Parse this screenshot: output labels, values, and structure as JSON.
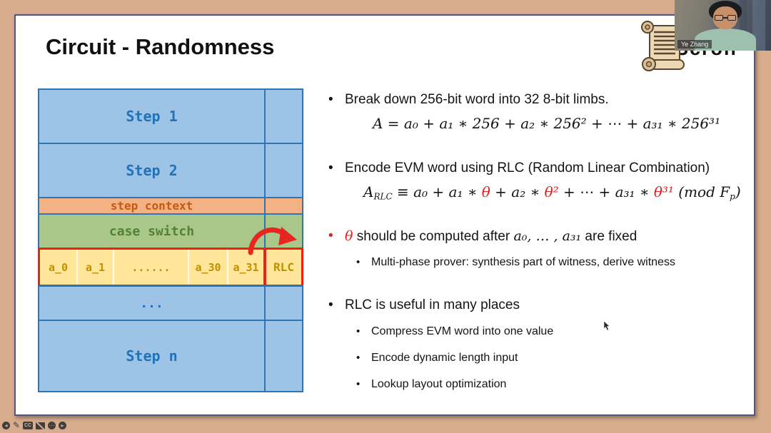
{
  "stage": {
    "bg_color": "#d8ac8c"
  },
  "webcam": {
    "name_tag": "Ye Zhang"
  },
  "player_toolbar": {
    "prev_glyph": "◂",
    "next_glyph": "▸",
    "more_glyph": "⋯",
    "pen_glyph": "✎",
    "cc_label": "CC"
  },
  "slide": {
    "title": "Circuit - Randomness",
    "clipped_logo": "Scroll",
    "colors": {
      "accent_red": "#e02020",
      "blue_fill": "#9dc3e6",
      "blue_border": "#2e75b6",
      "orange_fill": "#f4b183",
      "green_fill": "#a9c789",
      "yellow_fill": "#ffe699"
    },
    "diagram": {
      "step1": "Step 1",
      "step2": "Step 2",
      "step_context": "step context",
      "case_switch": "case switch",
      "limbs": [
        "a_0",
        "a_1",
        "......",
        "a_30",
        "a_31"
      ],
      "rlc": "RLC",
      "dots": "...",
      "stepn": "Step n"
    },
    "content": {
      "b1": "Break down 256-bit word into 32 8-bit limbs.",
      "f1": "A = a₀ + a₁ ∗ 256 + a₂ ∗ 256² + ⋯ + a₃₁ ∗ 256³¹",
      "b2": "Encode EVM word using RLC (Random Linear Combination)",
      "f2": [
        {
          "t": "A"
        },
        {
          "t": "RLC",
          "s": "sub"
        },
        {
          "t": " ≡ a₀ + a₁ ∗ "
        },
        {
          "t": "θ",
          "s": "red"
        },
        {
          "t": " + a₂ ∗ "
        },
        {
          "t": "θ²",
          "s": "red"
        },
        {
          "t": " + ⋯ + a₃₁ ∗ "
        },
        {
          "t": "θ³¹",
          "s": "red"
        },
        {
          "t": " (mod F"
        },
        {
          "t": "p",
          "s": "sub"
        },
        {
          "t": ")"
        }
      ],
      "b3": [
        {
          "t": "θ",
          "s": "redmath"
        },
        {
          "t": " should be computed after "
        },
        {
          "t": "a₀, … , a₃₁",
          "s": "math"
        },
        {
          "t": " are fixed"
        }
      ],
      "b3_sub": "Multi-phase prover: synthesis part of witness, derive witness",
      "b4": "RLC is useful in many places",
      "b4_subs": [
        "Compress EVM word into one value",
        "Encode dynamic length input",
        "Lookup layout optimization"
      ]
    }
  }
}
